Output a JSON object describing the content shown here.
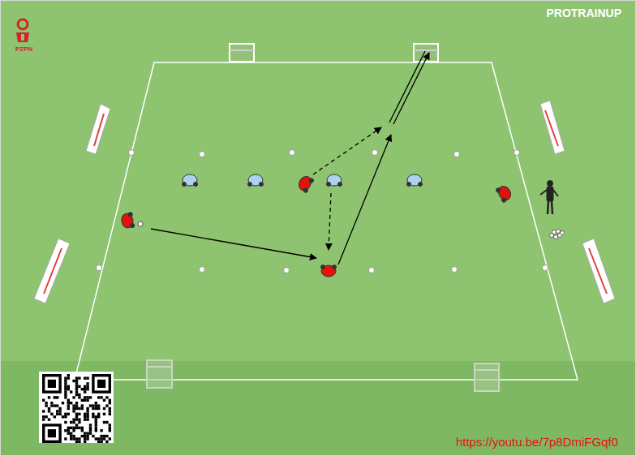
{
  "diagram": {
    "labels": [
      "PZPN",
      "PROTRAINUP",
      "https://youtu.be/7p8DmiFGqf0"
    ]
  }
}
